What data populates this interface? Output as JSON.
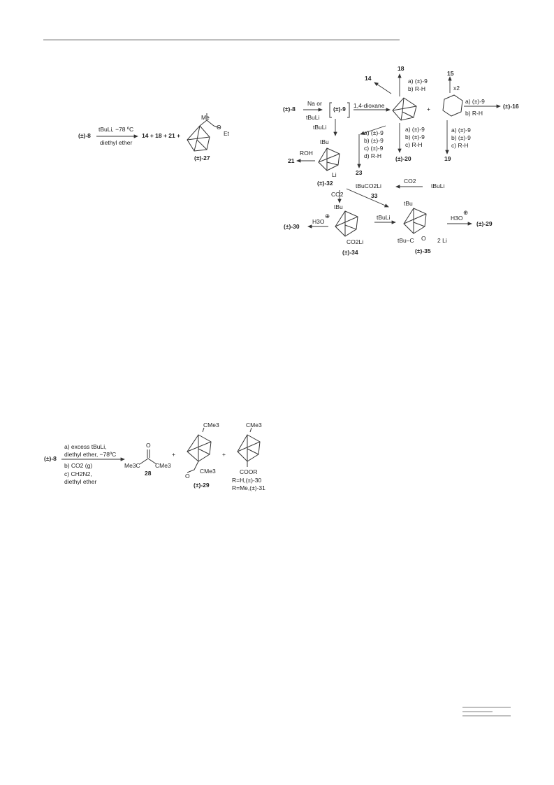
{
  "scheme_top_left": {
    "reactant": "(±)-8",
    "cond_above": "tBuLi, −78 ºC",
    "cond_below": "diethyl ether",
    "products": "14 + 18 + 21 +",
    "sub_me": "Me",
    "sub_o": "O",
    "sub_et": "Et",
    "label": "(±)-27"
  },
  "scheme_right": {
    "start": "(±)-8",
    "na_or": "Na or",
    "tbuli": "tBuLi",
    "inter9": "(±)-9",
    "dioxane": "1,4-dioxane",
    "c14": "14",
    "c18": "18",
    "c15": "15",
    "x2": "x2",
    "ab1": "a) (±)-9",
    "ab1b": "b) R-H",
    "ab_right_a": "a) (±)-9",
    "ab_right_b": "b) R-H",
    "c16": "(±)-16",
    "plus": "+",
    "tbuli2": "tBuLi",
    "tbu": "tBu",
    "roh": "ROH",
    "c21": "21",
    "li": "Li",
    "c32": "(±)-32",
    "d_a": "a) (±)-9",
    "d_b": "b) (±)-9",
    "d_c": "c) (±)-9",
    "d_d": "d) R-H",
    "c23": "23",
    "m_a": "a) (±)-9",
    "m_b": "b) (±)-9",
    "m_c": "c) R-H",
    "c20": "(±)-20",
    "r_a": "a) (±)-9",
    "r_b": "b) (±)-9",
    "r_c": "c) R-H",
    "c19": "19",
    "co2_left": "CO2",
    "tbuco2li": "tBuCO2Li",
    "c33": "33",
    "co2_mid": "CO2",
    "tbuli3": "tBuLi",
    "tbu34": "tBu",
    "h3o_left": "H3O",
    "c30": "(±)-30",
    "co2li": "CO2Li",
    "c34": "(±)-34",
    "tbuli_arrow": "tBuLi",
    "tbu35": "tBu",
    "tbuc": "tBu–C",
    "o_minus": "O",
    "two_li": "2 Li",
    "c35": "(±)-35",
    "h3o_right": "H3O",
    "c29": "(±)-29"
  },
  "scheme_bottom": {
    "reactant": "(±)-8",
    "step_a": "a) excess tBuLi,",
    "step_a2": "diethyl ether, −78ºC",
    "step_b": "b) CO2 (g)",
    "step_c": "c) CH2N2,",
    "step_c2": "diethyl ether",
    "ketone_o": "O",
    "ketone_left": "Me3C",
    "ketone_right": "CMe3",
    "c28": "28",
    "plus1": "+",
    "cme3_a": "CMe3",
    "ketone2_o": "O",
    "ketone2_me": "CMe3",
    "c29": "(±)-29",
    "plus2": "+",
    "cme3_b": "CMe3",
    "coor": "COOR",
    "r1": "R=H,(±)-30",
    "r2": "R=Me,(±)-31"
  }
}
